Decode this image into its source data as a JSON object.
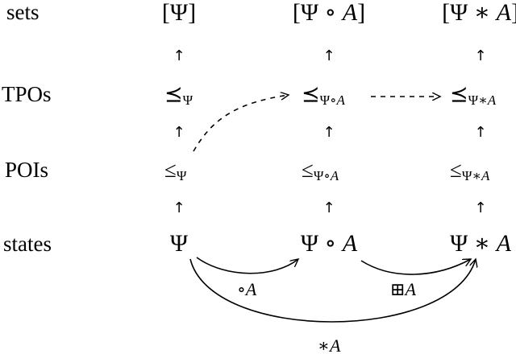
{
  "rows": {
    "sets": "sets",
    "tpos": "TPOs",
    "pois": "POIs",
    "states": "states"
  },
  "nodes": {
    "set_psi_open": "[",
    "set_psi_sym": "Ψ",
    "set_psi_close": "]",
    "set_circ_open": "[",
    "set_circ_psi": "Ψ",
    "set_circ_op": " ∘ ",
    "set_circ_a": "A",
    "set_circ_close": "]",
    "set_star_open": "[",
    "set_star_psi": "Ψ",
    "set_star_op": " ∗ ",
    "set_star_a": "A",
    "set_star_close": "]",
    "tpo_psi_rel": "⪯",
    "tpo_psi_sub": "Ψ",
    "tpo_circ_rel": "⪯",
    "tpo_circ_sub_psi": "Ψ",
    "tpo_circ_sub_op": "∘",
    "tpo_circ_sub_a": "A",
    "tpo_star_rel": "⪯",
    "tpo_star_sub_psi": "Ψ",
    "tpo_star_sub_op": "∗",
    "tpo_star_sub_a": "A",
    "poi_psi_rel": "≤",
    "poi_psi_sub": "Ψ",
    "poi_circ_rel": "≤",
    "poi_circ_sub_psi": "Ψ",
    "poi_circ_sub_op": "∘",
    "poi_circ_sub_a": "A",
    "poi_star_rel": "≤",
    "poi_star_sub_psi": "Ψ",
    "poi_star_sub_op": "∗",
    "poi_star_sub_a": "A",
    "state_psi": "Ψ",
    "state_circ_psi": "Ψ",
    "state_circ_op": " ∘ ",
    "state_circ_a": "A",
    "state_star_psi": "Ψ",
    "state_star_op": " ∗ ",
    "state_star_a": "A"
  },
  "up_arrow": "↑",
  "edges": {
    "circ_label_op": "∘",
    "circ_label_a": "A",
    "boxplus_label_op": "⊞",
    "boxplus_label_a": "A",
    "star_label_op": "∗",
    "star_label_a": "A"
  }
}
